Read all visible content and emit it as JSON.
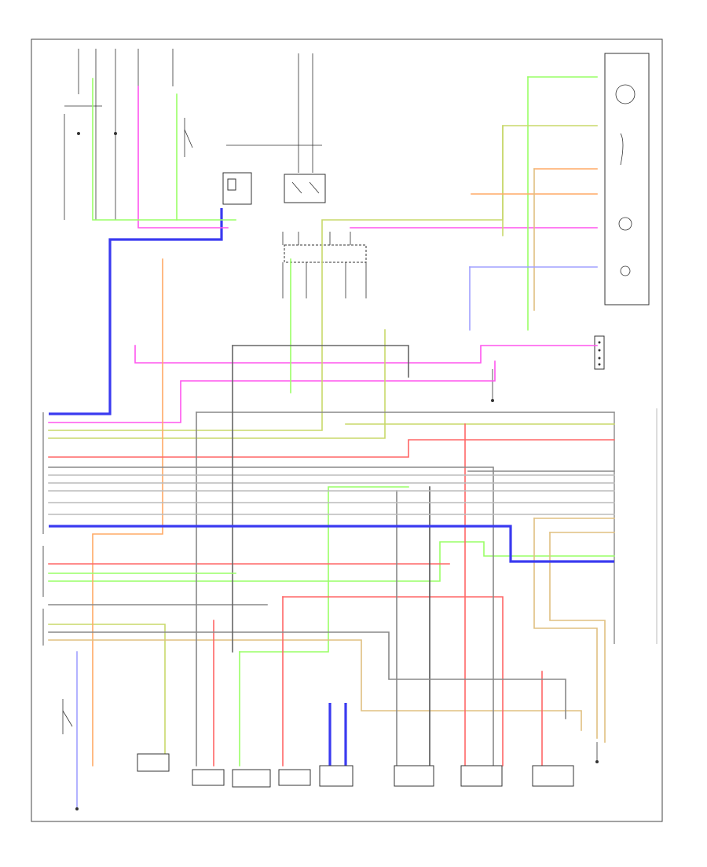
{
  "diagram": {
    "background": "#ffffff",
    "frame_color": "#444444",
    "wire_colors": {
      "blue": "#3a3af0",
      "pink": "#ff55ee",
      "light_green": "#99ff66",
      "yellow_green": "#c8d86a",
      "orange": "#ffaa66",
      "red": "#ff6666",
      "gray": "#888888",
      "tan": "#e0c080",
      "lavender": "#a0a0ff",
      "dark_gray": "#555555"
    },
    "labels": {
      "top_left_header": "",
      "top_center_header": "",
      "page_corner": ""
    },
    "components": [
      {
        "name": "ecm-left-block",
        "label": ""
      },
      {
        "name": "ecm-right-block",
        "label": ""
      },
      {
        "name": "relay-box",
        "label": ""
      },
      {
        "name": "data-link-connector",
        "label": ""
      },
      {
        "name": "instrument-cluster",
        "label": ""
      },
      {
        "name": "sensor-1",
        "label": ""
      },
      {
        "name": "sensor-2",
        "label": ""
      },
      {
        "name": "sensor-3",
        "label": ""
      },
      {
        "name": "sensor-4",
        "label": ""
      },
      {
        "name": "sensor-5",
        "label": ""
      },
      {
        "name": "sensor-6",
        "label": ""
      },
      {
        "name": "sensor-7",
        "label": ""
      },
      {
        "name": "sensor-8",
        "label": ""
      }
    ]
  }
}
